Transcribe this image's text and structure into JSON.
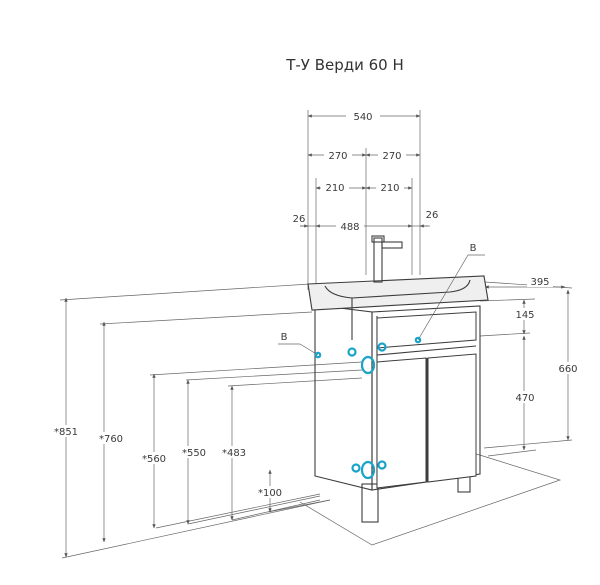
{
  "title": "Т-У Верди 60 Н",
  "accent_color": "#1aa3c8",
  "widths": {
    "total": "540",
    "half_left": "270",
    "half_right": "270",
    "inner_left": "210",
    "inner_right": "210",
    "offset_left": "26",
    "between": "488",
    "offset_right": "26"
  },
  "right_dims": {
    "depth": "395",
    "top_gap": "145",
    "lower_height": "470",
    "cabinet_height": "660"
  },
  "left_dims": {
    "h851": "*851",
    "h760": "*760",
    "h560": "*560",
    "h550": "*550",
    "h483": "*483",
    "h100": "*100"
  },
  "callouts": {
    "b_left": "В",
    "b_top": "В"
  }
}
